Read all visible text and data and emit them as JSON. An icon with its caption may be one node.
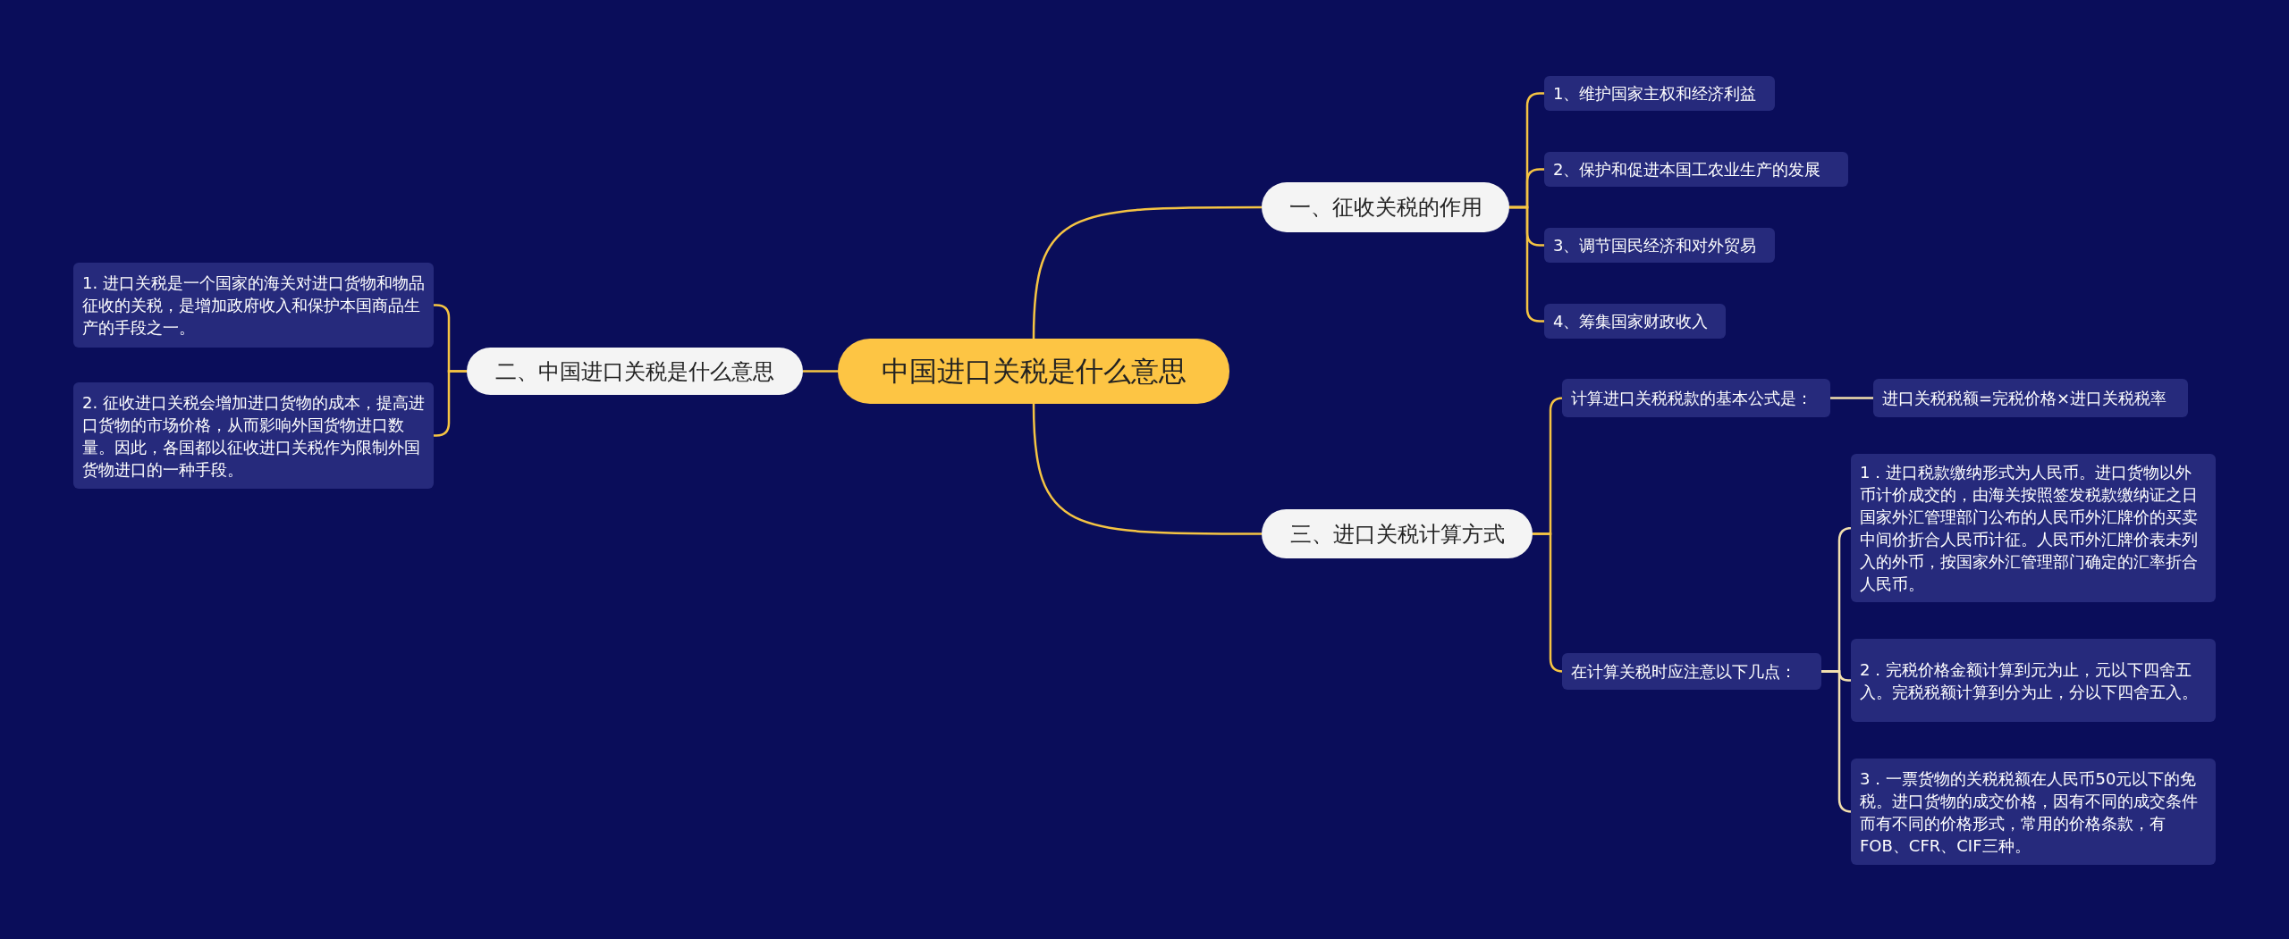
{
  "diagram": {
    "nodes": [
      {
        "text": [
          "中国进口关税是什么意思"
        ]
      },
      {
        "text": [
          "一、征收关税的作用"
        ]
      },
      {
        "text": [
          "1、维护国家主权和经济利益"
        ]
      },
      {
        "text": [
          "2、保护和促进本国工农业生产的发展"
        ]
      },
      {
        "text": [
          "3、调节国民经济和对外贸易"
        ]
      },
      {
        "text": [
          "4、筹集国家财政收入"
        ]
      },
      {
        "text": [
          "二、中国进口关税是什么意思"
        ]
      },
      {
        "text": [
          "1. 进口关税是一个国家的海关对进口货物和物品征收的关税，是增加政府收入和保护本国商品生产的手段之一。"
        ]
      },
      {
        "text": [
          "2. 征收进口关税会增加进口货物的成本，提高进口货物的市场价格，从而影响外国货物进口数量。因此，各国都以征收进口关税作为限制外国货物进口的一种手段。"
        ]
      },
      {
        "text": [
          "三、进口关税计算方式"
        ]
      },
      {
        "text": [
          "计算进口关税税款的基本公式是："
        ]
      },
      {
        "text": [
          "进口关税税额=完税价格×进口关税税率"
        ]
      },
      {
        "text": [
          "在计算关税时应注意以下几点："
        ]
      },
      {
        "text": [
          "1．进口税款缴纳形式为人民币。进口货物以外币计价成交的，由海关按照签发税款缴纳证之日国家外汇管理部门公布的人民币外汇牌价的买卖中间价折合人民币计征。人民币外汇牌价表未列入的外币，按国家外汇管理部门确定的汇率折合人民币。"
        ]
      },
      {
        "text": [
          "2．完税价格金额计算到元为止，元以下四舍五入。完税税额计算到分为止，分以下四舍五入。"
        ]
      },
      {
        "text": [
          "3．一票货物的关税税额在人民币50元以下的免税。进口货物的成交价格，因有不同的成交条件而有不同的价格形式，常用的价格条款，有FOB、CFR、CIF三种。"
        ]
      }
    ],
    "edges": [
      {
        "from": 0,
        "to": 1,
        "arrow": "none"
      },
      {
        "from": 1,
        "to": 2,
        "arrow": "none"
      },
      {
        "from": 1,
        "to": 3,
        "arrow": "none"
      },
      {
        "from": 1,
        "to": 4,
        "arrow": "none"
      },
      {
        "from": 1,
        "to": 5,
        "arrow": "none"
      },
      {
        "from": 0,
        "to": 6,
        "arrow": "none"
      },
      {
        "from": 6,
        "to": 7,
        "arrow": "none"
      },
      {
        "from": 6,
        "to": 8,
        "arrow": "none"
      },
      {
        "from": 0,
        "to": 9,
        "arrow": "none"
      },
      {
        "from": 9,
        "to": 10,
        "arrow": "none"
      },
      {
        "from": 9,
        "to": 12,
        "arrow": "none"
      },
      {
        "from": 10,
        "to": 11,
        "arrow": "none",
        "color": "#f2dfae"
      },
      {
        "from": 12,
        "to": 13,
        "arrow": "none",
        "color": "#f2dfae"
      },
      {
        "from": 12,
        "to": 14,
        "arrow": "none",
        "color": "#f2dfae"
      },
      {
        "from": 12,
        "to": 15,
        "arrow": "none",
        "color": "#f2dfae"
      }
    ]
  }
}
